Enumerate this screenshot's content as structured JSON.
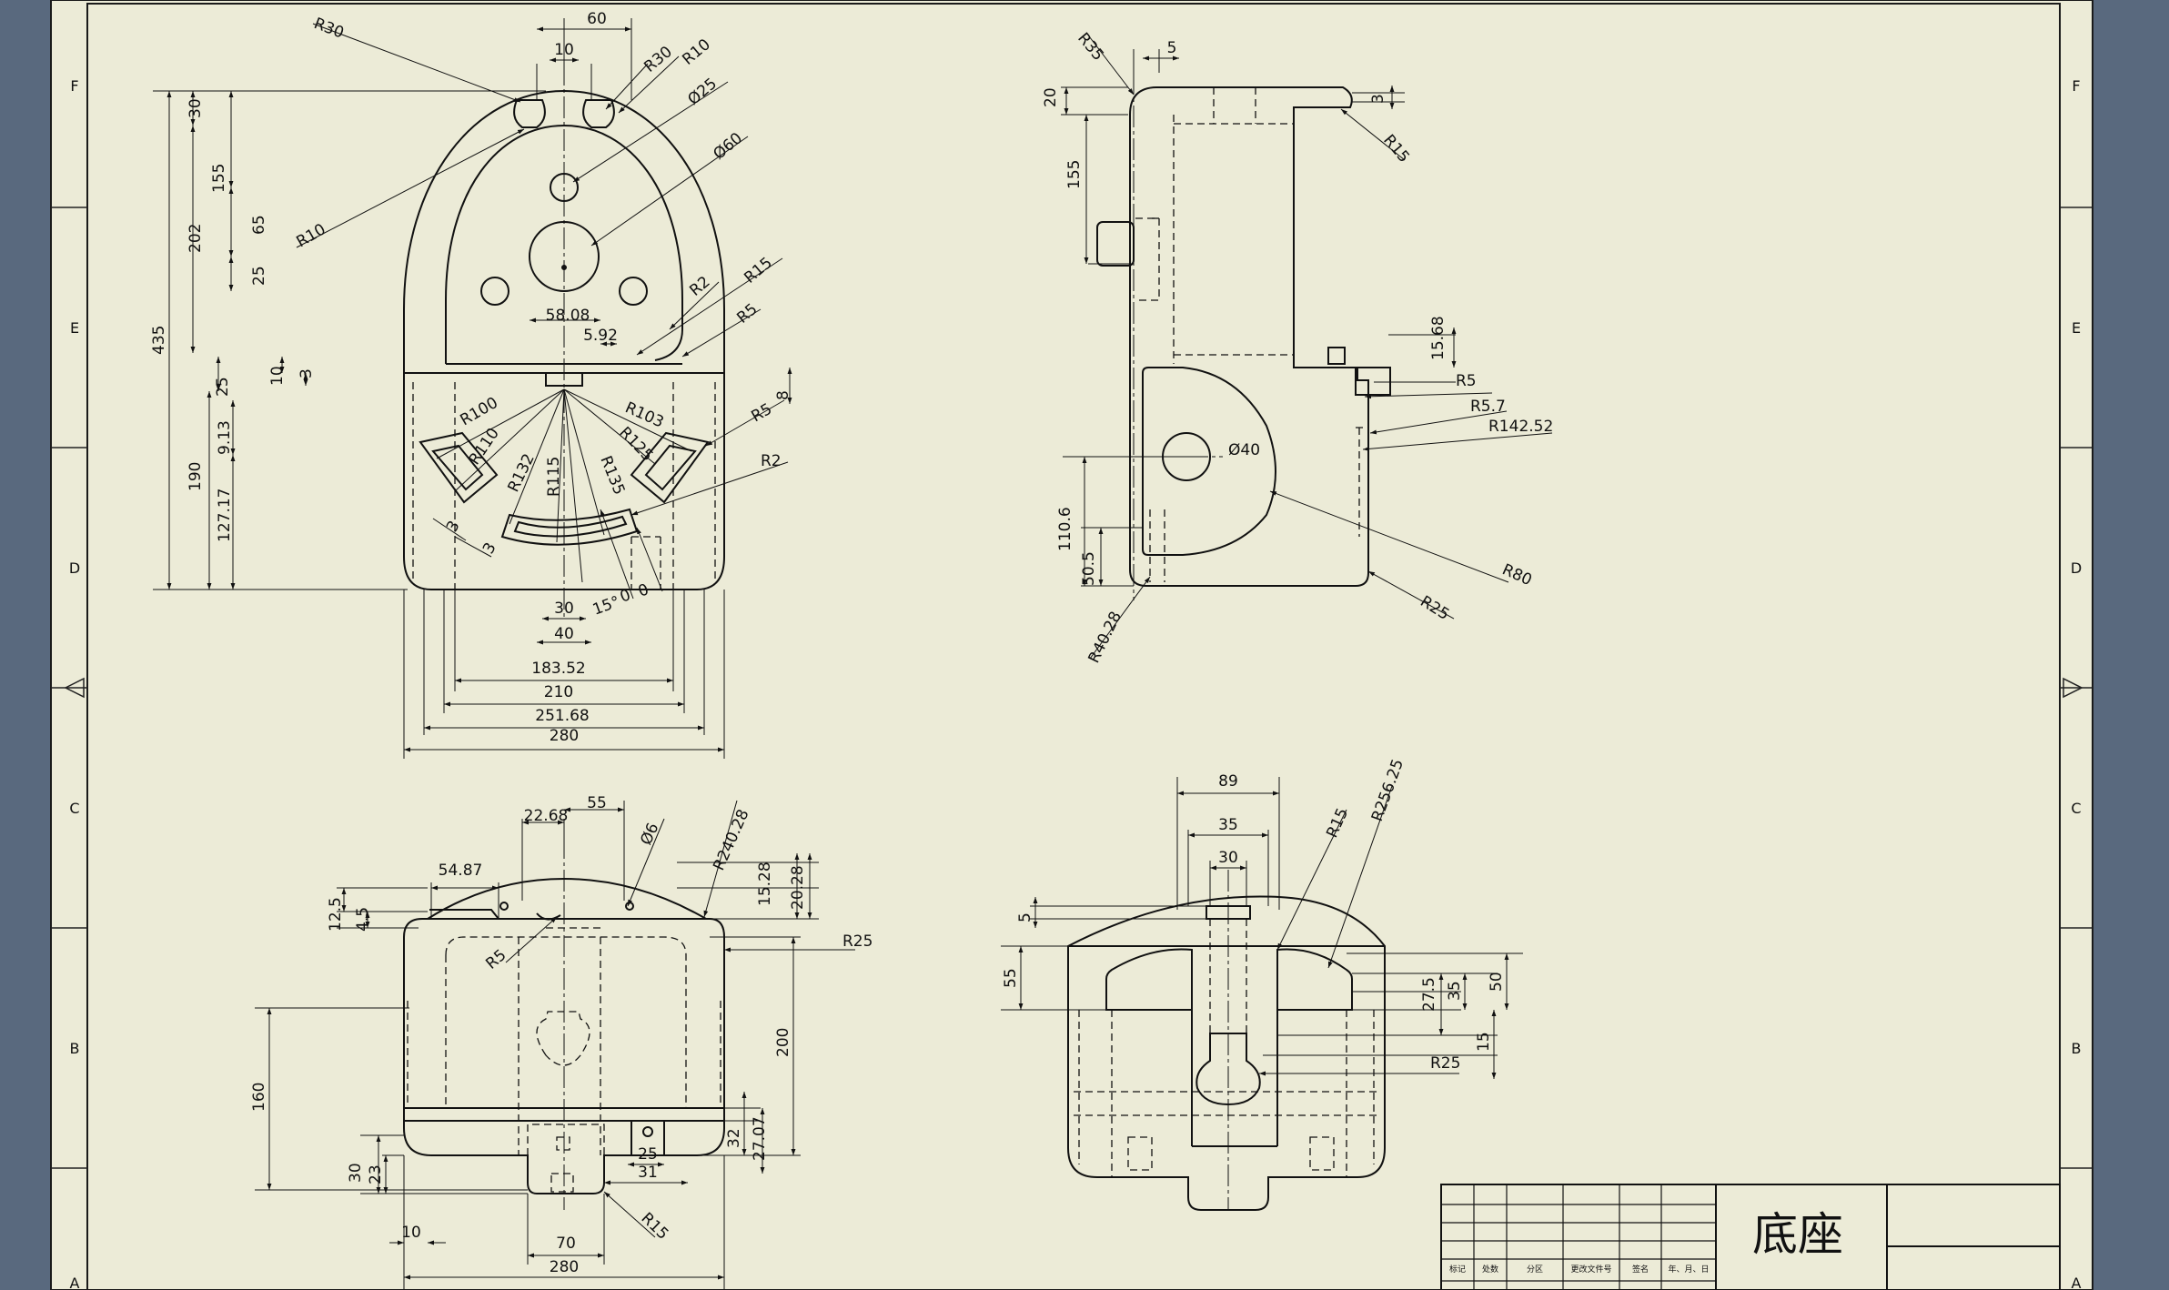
{
  "sheet": {
    "colors": {
      "paper": "#ecebd7",
      "line": "#111111",
      "frame": "#1a1a1a",
      "background": "#59697e"
    },
    "zone_letters": [
      "F",
      "E",
      "D",
      "C",
      "B",
      "A"
    ]
  },
  "title_block": {
    "part_name": "底座",
    "header_labels": [
      "标记",
      "处数",
      "分区",
      "更改文件号",
      "签名",
      "年、月、日"
    ]
  },
  "front_view": {
    "dims": {
      "r30_left": "R30",
      "r30_right": "R30",
      "r10_top": "R10",
      "d25": "Ø25",
      "d60": "Ø60",
      "w60": "60",
      "w10": "10",
      "r10_left": "R10",
      "h30": "30",
      "h155": "155",
      "h202": "202",
      "h65": "65",
      "h25_upper": "25",
      "h435": "435",
      "r15": "R15",
      "r2_top": "R2",
      "r5_top": "R5",
      "w58_08": "58.08",
      "w5_92": "5.92",
      "h25_mid": "25",
      "h10": "10",
      "h3": "3",
      "h8": "8",
      "h9_13": "9.13",
      "h190": "190",
      "h127_17": "127.17",
      "r100": "R100",
      "r110": "R110",
      "r132": "R132",
      "r115": "R115",
      "r135": "R135",
      "r103": "R103",
      "r125": "R125",
      "r5_right": "R5",
      "r2_right": "R2",
      "small_3a": "3",
      "small_3b": "3",
      "w30": "30",
      "ang15": "15°",
      "ang0a": "0",
      "ang0b": "0",
      "w40": "40",
      "w183_52": "183.52",
      "w210": "210",
      "w251_68": "251.68",
      "w280": "280"
    }
  },
  "side_view": {
    "dims": {
      "r35": "R35",
      "w5": "5",
      "h20": "20",
      "h155": "155",
      "h3": "3",
      "r15": "R15",
      "h15_68": "15.68",
      "r5": "R5",
      "r5_7": "R5.7",
      "r142_52": "R142.52",
      "d40": "Ø40",
      "h110_6": "110.6",
      "h50_5": "50.5",
      "r40_28": "R40.28",
      "r25": "R25",
      "r80": "R80"
    }
  },
  "top_view": {
    "dims": {
      "w22_68": "22.68",
      "w55": "55",
      "d6": "Ø6",
      "r240_28": "R240.28",
      "w54_87": "54.87",
      "h12_5": "12.5",
      "h4_5": "4.5",
      "h15_28": "15.28",
      "h20_28": "20.28",
      "r5": "R5",
      "r25": "R25",
      "h200": "200",
      "h160": "160",
      "h32": "32",
      "h27_07": "27.07",
      "w25": "25",
      "w31": "31",
      "h30": "30",
      "h23": "23",
      "r15": "R15",
      "w10": "10",
      "w70": "70",
      "w280": "280"
    }
  },
  "bottom_view": {
    "dims": {
      "w89": "89",
      "w35": "35",
      "w30": "30",
      "r15": "R15",
      "r256_25": "R256.25",
      "h5": "5",
      "h55": "55",
      "h27_5": "27.5",
      "h35": "35",
      "h50": "50",
      "h15": "15",
      "r25": "R25"
    }
  }
}
